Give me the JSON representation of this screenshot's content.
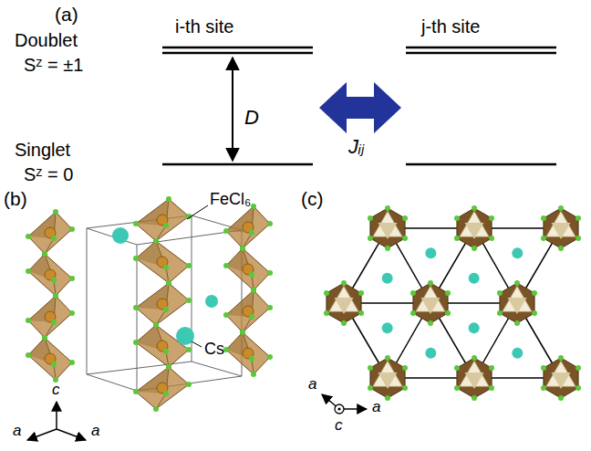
{
  "diagram": {
    "labels": [
      "(a)",
      "i-th site",
      "j-th site",
      "Doublet",
      "Sᶻ = ±1",
      "D",
      "Jᵢⱼ",
      "Singlet",
      "Sᶻ = 0",
      "(b)",
      "FeCl₆",
      "Cs",
      "c",
      "a",
      "a",
      "(c)",
      "a",
      "c",
      "a"
    ]
  }
}
